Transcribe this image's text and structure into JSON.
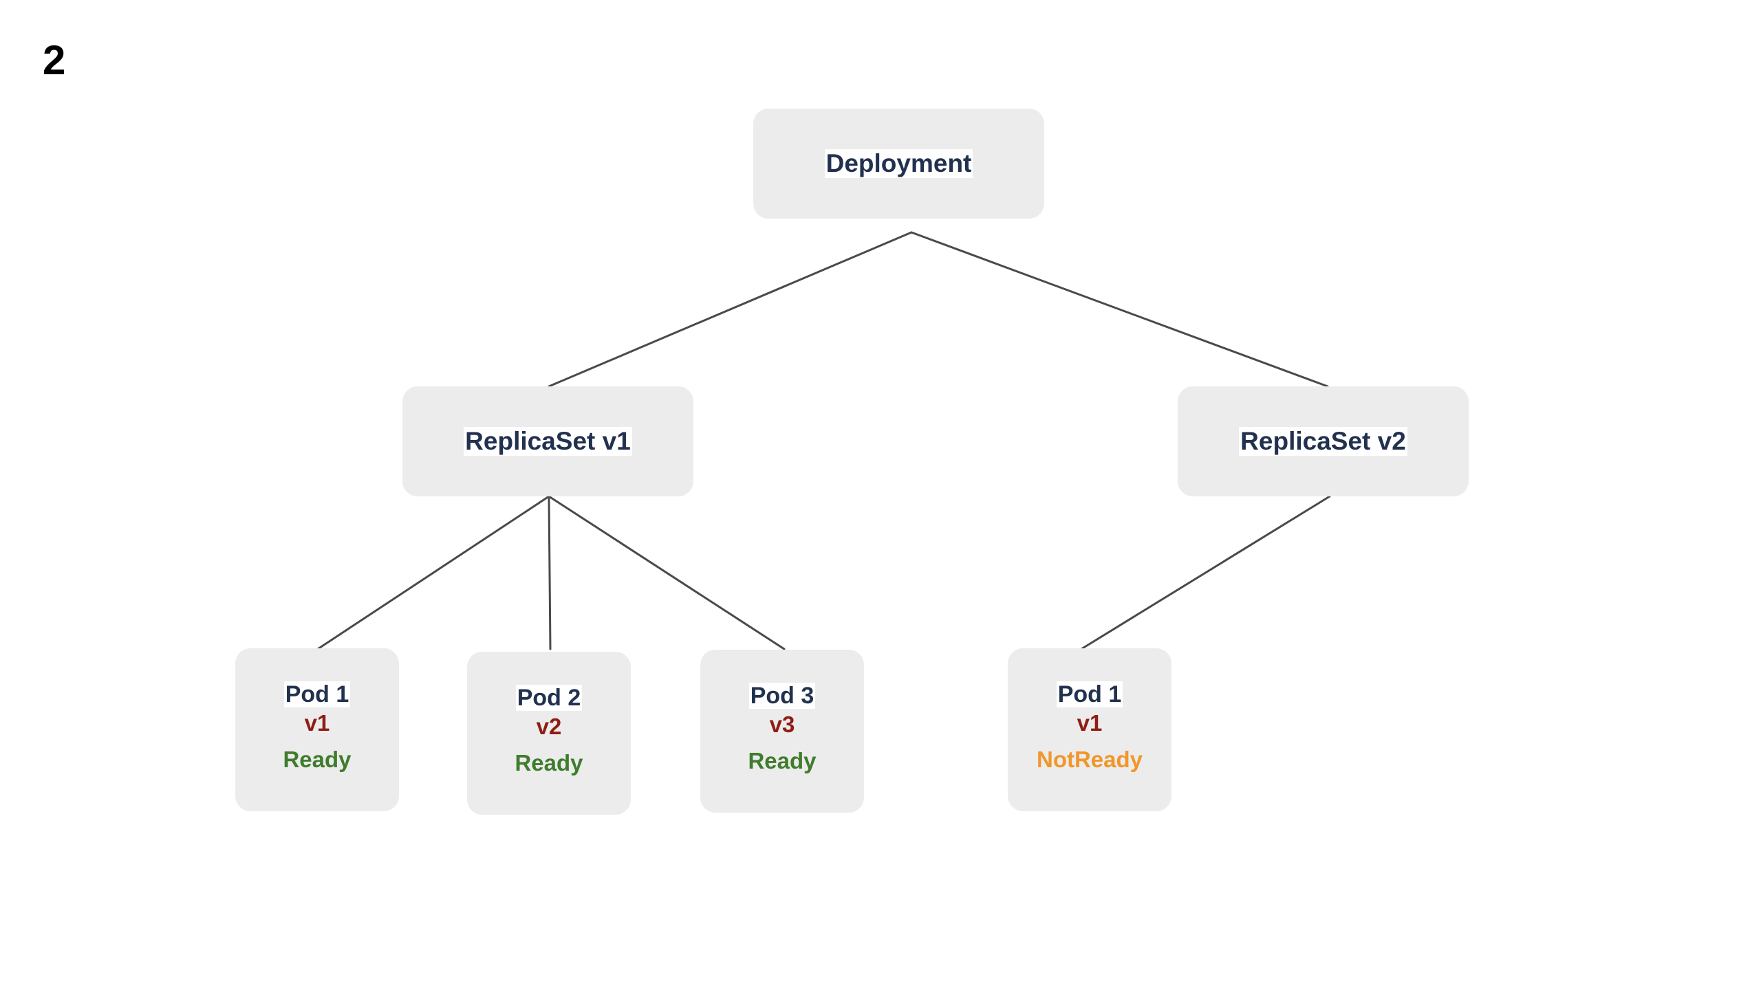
{
  "meta": {
    "step_label": "2",
    "background_color": "#ffffff",
    "node_fill_color": "#ececec",
    "edge_color": "#4a4a4a",
    "title_text_color": "#22314f",
    "version_text_color": "#8f1d14",
    "ready_color": "#3f7c2d",
    "notready_color": "#f0972a"
  },
  "diagram": {
    "type": "tree",
    "root": {
      "name": "deployment-node",
      "label": "Deployment"
    },
    "replicasets": [
      {
        "name": "replicaset-v1-node",
        "label": "ReplicaSet v1"
      },
      {
        "name": "replicaset-v2-node",
        "label": "ReplicaSet v2"
      }
    ],
    "pods": [
      {
        "name": "pod-rs1-1",
        "title": "Pod 1",
        "version": "v1",
        "status": "Ready",
        "status_color": "#3f7c2d"
      },
      {
        "name": "pod-rs1-2",
        "title": "Pod 2",
        "version": "v2",
        "status": "Ready",
        "status_color": "#3f7c2d"
      },
      {
        "name": "pod-rs1-3",
        "title": "Pod 3",
        "version": "v3",
        "status": "Ready",
        "status_color": "#3f7c2d"
      },
      {
        "name": "pod-rs2-1",
        "title": "Pod 1",
        "version": "v1",
        "status": "NotReady",
        "status_color": "#f0972a"
      }
    ]
  }
}
